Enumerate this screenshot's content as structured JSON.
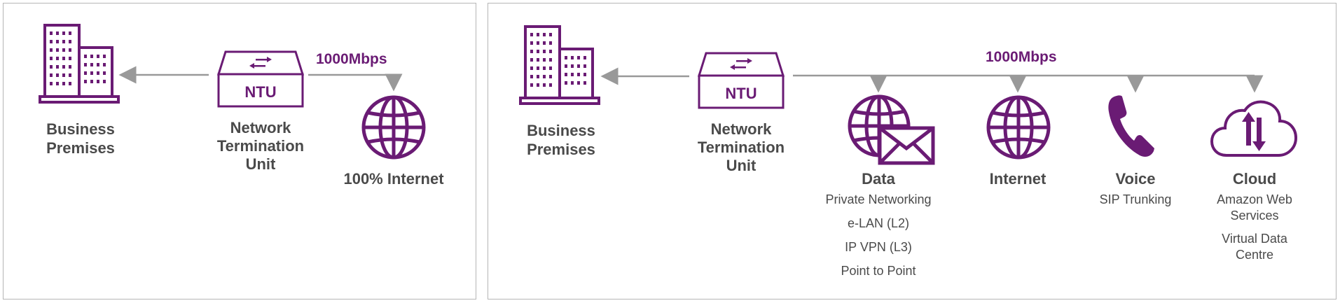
{
  "colors": {
    "accent": "#6a1b74",
    "line": "#999999",
    "text": "#4a4a4a",
    "border": "#b5b5b5"
  },
  "left": {
    "premises_line1": "Business",
    "premises_line2": "Premises",
    "ntu_text": "NTU",
    "ntu_line1": "Network",
    "ntu_line2": "Termination",
    "ntu_line3": "Unit",
    "speed": "1000Mbps",
    "internet_label": "100% Internet"
  },
  "right": {
    "premises_line1": "Business",
    "premises_line2": "Premises",
    "ntu_text": "NTU",
    "ntu_line1": "Network",
    "ntu_line2": "Termination",
    "ntu_line3": "Unit",
    "speed": "1000Mbps",
    "data": {
      "title": "Data",
      "items": [
        "Private Networking",
        "e-LAN (L2)",
        "IP VPN (L3)",
        "Point to Point"
      ]
    },
    "internet": {
      "title": "Internet"
    },
    "voice": {
      "title": "Voice",
      "items": [
        "SIP Trunking"
      ]
    },
    "cloud": {
      "title": "Cloud",
      "items": [
        "Amazon Web",
        "Services",
        "Virtual Data",
        "Centre"
      ]
    }
  },
  "icons": {
    "building": "building-icon",
    "ntu": "ntu-box-icon",
    "globe": "globe-icon",
    "mail": "envelope-icon",
    "phone": "phone-icon",
    "cloud": "cloud-icon"
  }
}
